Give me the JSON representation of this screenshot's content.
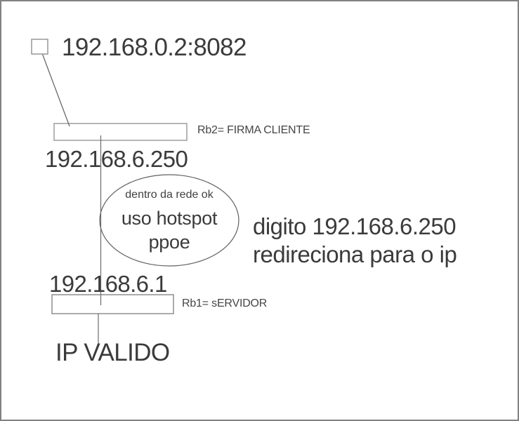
{
  "diagram": {
    "title_ip": "192.168.0.2:8082",
    "rb2": {
      "label": "Rb2= FIRMA CLIENTE",
      "ip": "192.168.6.250"
    },
    "cloud": {
      "line1": "dentro da rede ok",
      "line2": "uso hotspot",
      "line3": "ppoe"
    },
    "note": {
      "line1": "digito 192.168.6.250",
      "line2": "redireciona para o ip"
    },
    "rb1": {
      "label": "Rb1= sERVIDOR",
      "ip": "192.168.6.1"
    },
    "bottom_label": "IP VALIDO",
    "colors": {
      "background": "#ffffff",
      "page_border": "#828282",
      "text": "#3b3b3b",
      "box_border": "#999b9d",
      "connector_line": "#646668"
    }
  }
}
